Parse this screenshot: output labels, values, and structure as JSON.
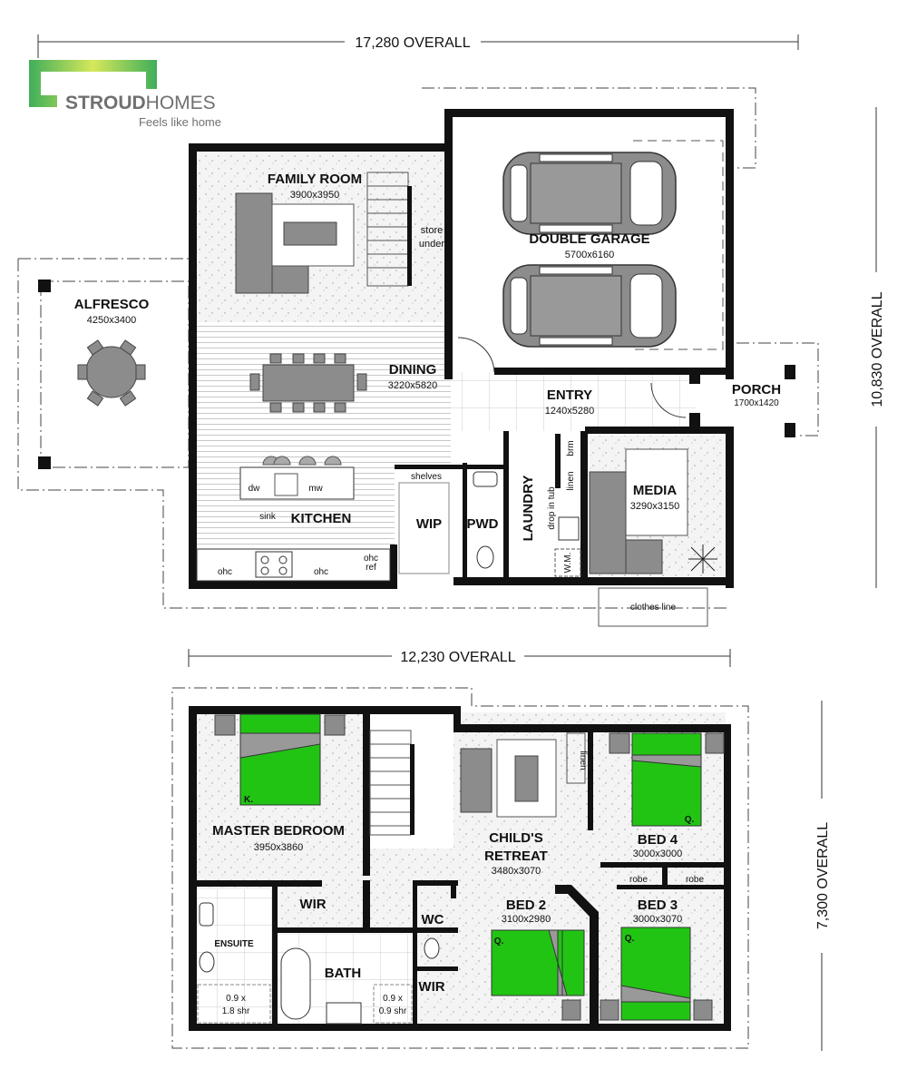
{
  "brand": {
    "name_bold": "STROUD",
    "name_light": "HOMES",
    "tagline": "Feels like home",
    "colors": {
      "green": "#4cb85a",
      "lime": "#d6e85a",
      "grey": "#707070"
    }
  },
  "ground_floor": {
    "overall_width": "17,280 OVERALL",
    "overall_depth": "10,830 OVERALL",
    "rooms": {
      "family": {
        "name": "FAMILY ROOM",
        "size": "3900x3950"
      },
      "garage": {
        "name": "DOUBLE GARAGE",
        "size": "5700x6160"
      },
      "alfresco": {
        "name": "ALFRESCO",
        "size": "4250x3400"
      },
      "dining": {
        "name": "DINING",
        "size": "3220x5820"
      },
      "entry": {
        "name": "ENTRY",
        "size": "1240x5280"
      },
      "porch": {
        "name": "PORCH",
        "size": "1700x1420"
      },
      "media": {
        "name": "MEDIA",
        "size": "3290x3150"
      },
      "kitchen": {
        "name": "KITCHEN"
      },
      "wip": {
        "name": "WIP"
      },
      "pwd": {
        "name": "PWD"
      },
      "laundry": {
        "name": "LAUNDRY"
      }
    },
    "notes": {
      "store": "store",
      "under": "under",
      "shelves": "shelves",
      "dw": "dw",
      "mw": "mw",
      "sink": "sink",
      "ohc1": "ohc",
      "ohc2": "ohc",
      "ohc_ref1": "ohc",
      "ohc_ref2": "ref",
      "linen": "linen",
      "brm": "brm",
      "tub": "drop in tub",
      "wm": "W.M.",
      "clothes_line": "clothes line"
    }
  },
  "upper_floor": {
    "overall_width": "12,230 OVERALL",
    "overall_depth": "7,300 OVERALL",
    "rooms": {
      "master": {
        "name": "MASTER BEDROOM",
        "size": "3950x3860",
        "bed": "K."
      },
      "retreat": {
        "name1": "CHILD'S",
        "name2": "RETREAT",
        "size": "3480x3070"
      },
      "bed4": {
        "name": "BED 4",
        "size": "3000x3000",
        "bed": "Q."
      },
      "bed2": {
        "name": "BED 2",
        "size": "3100x2980",
        "bed": "Q."
      },
      "bed3": {
        "name": "BED 3",
        "size": "3000x3070",
        "bed": "Q."
      },
      "wir1": {
        "name": "WIR"
      },
      "wir2": {
        "name": "WIR"
      },
      "wc": {
        "name": "WC"
      },
      "ensuite": {
        "name": "ENSUITE"
      },
      "bath": {
        "name": "BATH"
      }
    },
    "notes": {
      "linen": "linen",
      "robe1": "robe",
      "robe2": "robe",
      "shr1a": "0.9 x",
      "shr1b": "1.8 shr",
      "shr2a": "0.9 x",
      "shr2b": "0.9 shr"
    }
  }
}
